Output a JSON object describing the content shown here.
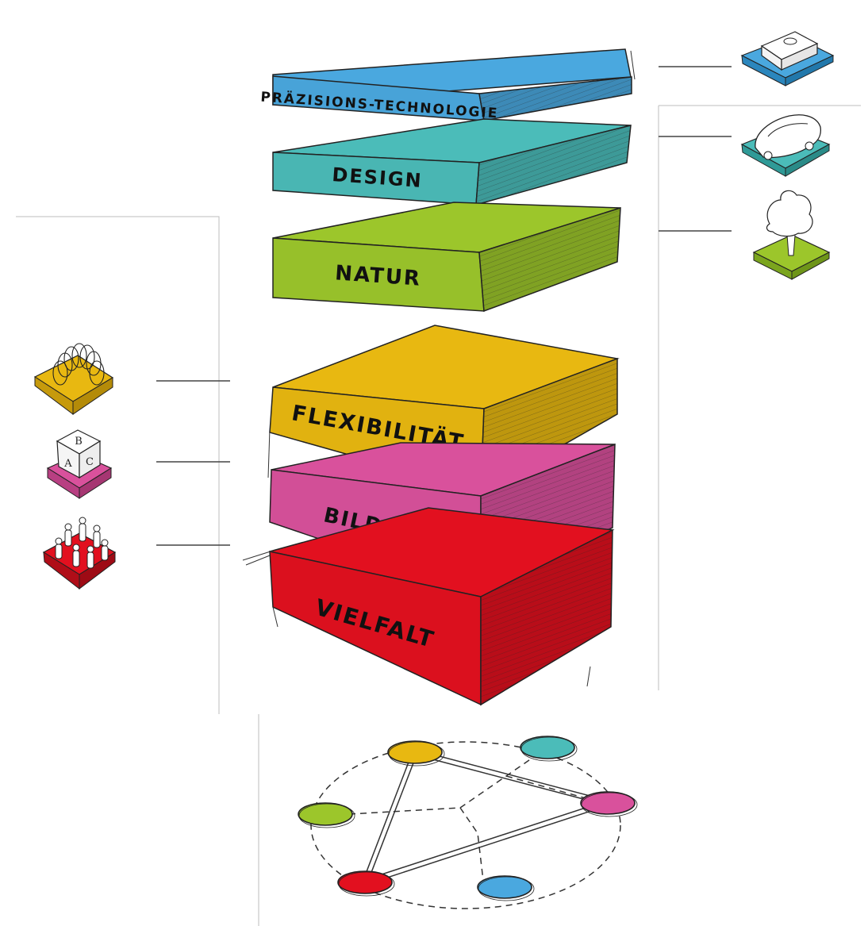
{
  "diagram": {
    "layers": [
      {
        "id": "praezision",
        "label": "PRÄZISIONS-TECHNOLOGIE",
        "color": "#4aa8df",
        "icon": "robot-device-icon"
      },
      {
        "id": "design",
        "label": "DESIGN",
        "color": "#4bbcb9",
        "icon": "car-model-icon"
      },
      {
        "id": "natur",
        "label": "NATUR",
        "color": "#9cc62b",
        "icon": "tree-icon"
      },
      {
        "id": "flex",
        "label": "FLEXIBILITÄT",
        "color": "#e8b811",
        "icon": "spring-coil-icon"
      },
      {
        "id": "bildung",
        "label": "BILDUNG",
        "color": "#d9519c",
        "icon": "abc-block-icon"
      },
      {
        "id": "vielfalt",
        "label": "VIELFALT",
        "color": "#e2101f",
        "icon": "people-circle-icon"
      }
    ],
    "network": {
      "nodes": [
        {
          "id": "flex",
          "color": "#e8b811"
        },
        {
          "id": "design",
          "color": "#4bbcb9"
        },
        {
          "id": "bildung",
          "color": "#d9519c"
        },
        {
          "id": "praezision",
          "color": "#4aa8df"
        },
        {
          "id": "vielfalt",
          "color": "#e2101f"
        },
        {
          "id": "natur",
          "color": "#9cc62b"
        }
      ],
      "links": [
        [
          "flex",
          "vielfalt"
        ],
        [
          "flex",
          "bildung"
        ],
        [
          "vielfalt",
          "bildung"
        ]
      ]
    }
  }
}
